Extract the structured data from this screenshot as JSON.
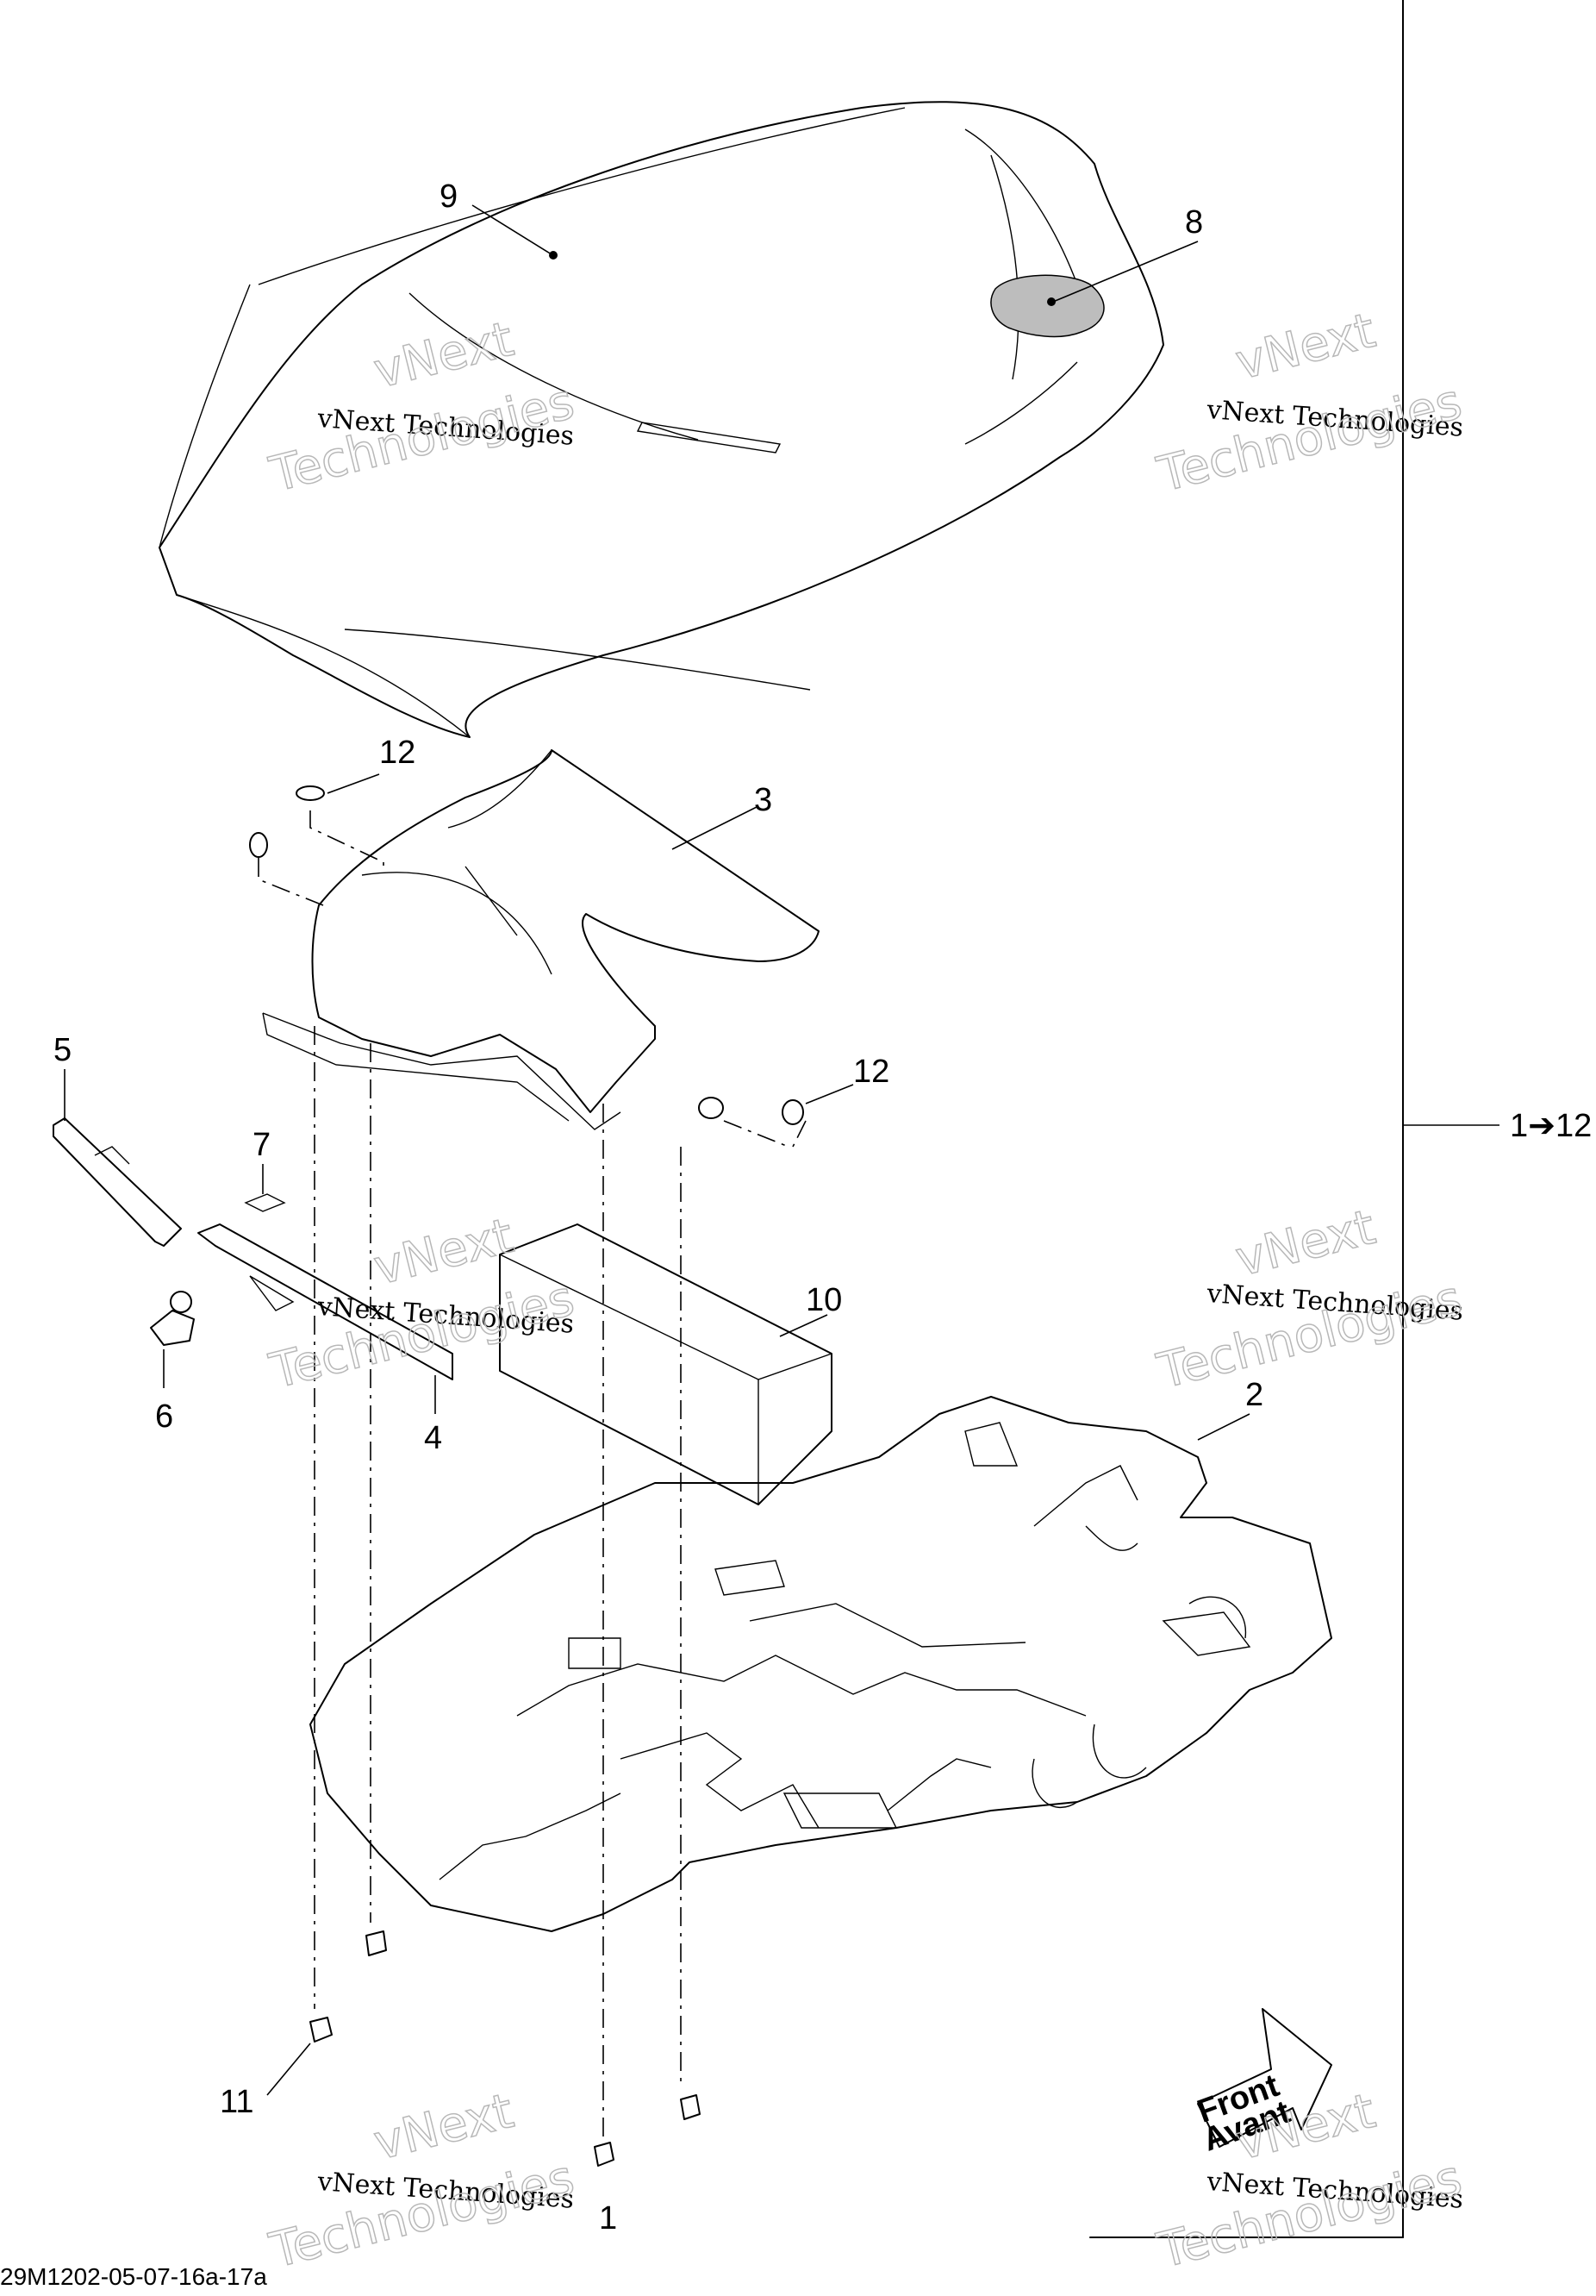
{
  "diagram": {
    "callouts": [
      "1",
      "2",
      "3",
      "4",
      "5",
      "6",
      "7",
      "8",
      "9",
      "10",
      "11",
      "12",
      "12"
    ],
    "range_label": "1➔12",
    "front_arrow": {
      "line1": "Front",
      "line2": "Avant"
    },
    "reference_code": "29M1202-05-07-16a-17a",
    "watermark": {
      "small_text": "vNext Technologies",
      "large_line1": "vNext",
      "large_line2": "Technologies"
    }
  }
}
